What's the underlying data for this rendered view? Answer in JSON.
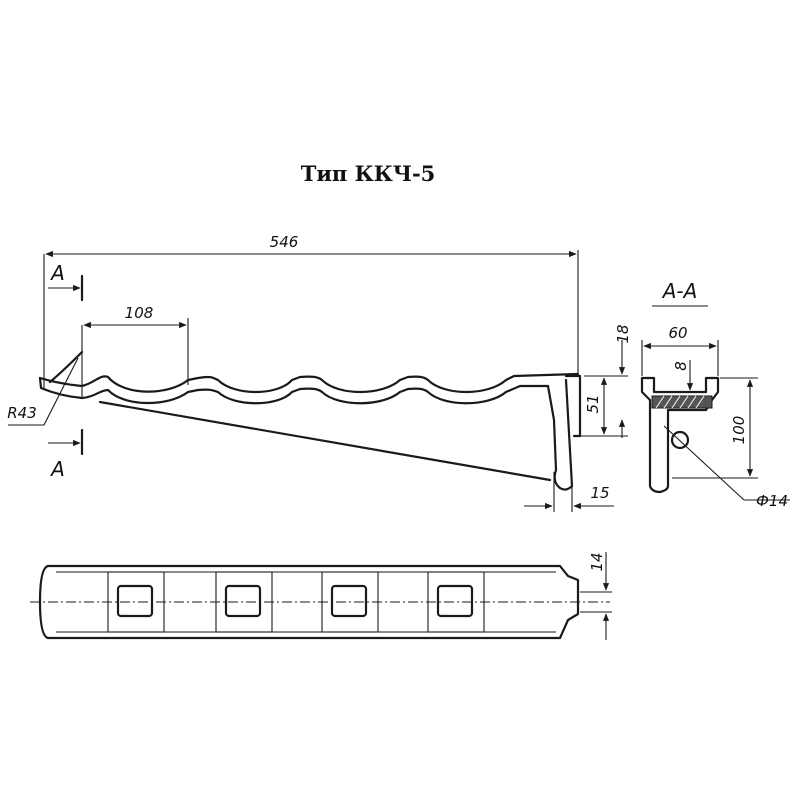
{
  "title": "Тип ККЧ-5",
  "section_label": "А-А",
  "section_marks": {
    "top": "A",
    "bottom": "A"
  },
  "dimensions": {
    "overall_length": "546",
    "pitch": "108",
    "radius": "R43",
    "height_top": "18",
    "height_mid": "51",
    "wall_thickness": "15",
    "section_width": "60",
    "section_rib": "8",
    "section_height": "100",
    "hole_diameter": "Ф14",
    "plan_width": "14"
  }
}
